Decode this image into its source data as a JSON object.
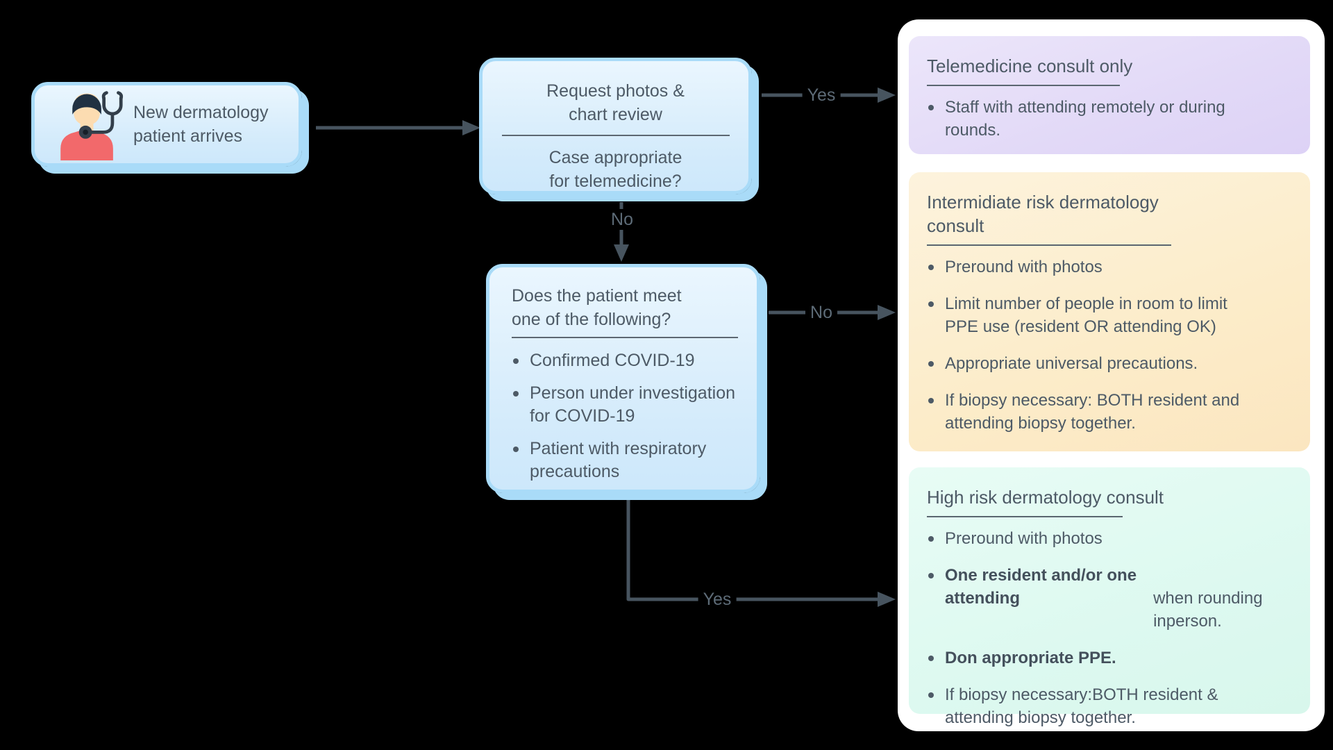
{
  "canvas": {
    "background": "#000000"
  },
  "colors": {
    "node_fill_top": "#eaf6fe",
    "node_fill_bottom": "#cde8fb",
    "node_border": "#a9dbf8",
    "text": "#4d5a66",
    "arrow": "#47545f",
    "edge_label": "#5d6b77",
    "panel_bg": "#ffffff",
    "telemedicine_card": "#e2d9f7",
    "intermediate_card": "#fcecc9",
    "high_card": "#ddf9f0",
    "icon_hair": "#203142",
    "icon_skin": "#fcdcb1",
    "icon_shirt": "#f2696b",
    "icon_stethoscope": "#323e4a"
  },
  "flow": {
    "start": {
      "icon": "patient-icon",
      "label": "New dermatology\npatient arrives"
    },
    "triage": {
      "title": "Request photos &\nchart review",
      "question": "Case appropriate\nfor telemedicine?"
    },
    "criteria": {
      "title": "Does the patient meet\none of the following?",
      "bullets": [
        "Confirmed COVID-19",
        "Person under investigation\nfor COVID-19",
        "Patient with respiratory\nprecautions"
      ]
    },
    "edges": {
      "start_to_triage": "",
      "triage_yes": "Yes",
      "triage_no": "No",
      "criteria_no": "No",
      "criteria_yes": "Yes"
    }
  },
  "outcomes": {
    "telemedicine": {
      "title": "Telemedicine consult only",
      "bullets": [
        {
          "plain": "Staff with attending remotely or during\nrounds."
        }
      ]
    },
    "intermediate": {
      "title": "Intermidiate risk dermatology\nconsult",
      "bullets": [
        {
          "plain": "Preround with photos"
        },
        {
          "plain": "Limit number of people in room to limit\nPPE use (resident OR attending OK)"
        },
        {
          "plain": "Appropriate universal precautions."
        },
        {
          "plain": "If biopsy necessary: BOTH resident and\nattending biopsy together."
        }
      ]
    },
    "high": {
      "title": "High risk dermatology consult",
      "bullets": [
        {
          "plain": "Preround with photos"
        },
        {
          "bold": "One resident and/or one attending",
          "rest": "\nwhen rounding inperson."
        },
        {
          "bold": "Don appropriate PPE."
        },
        {
          "plain": "If biopsy necessary:BOTH resident &\nattending biopsy together."
        }
      ]
    }
  }
}
